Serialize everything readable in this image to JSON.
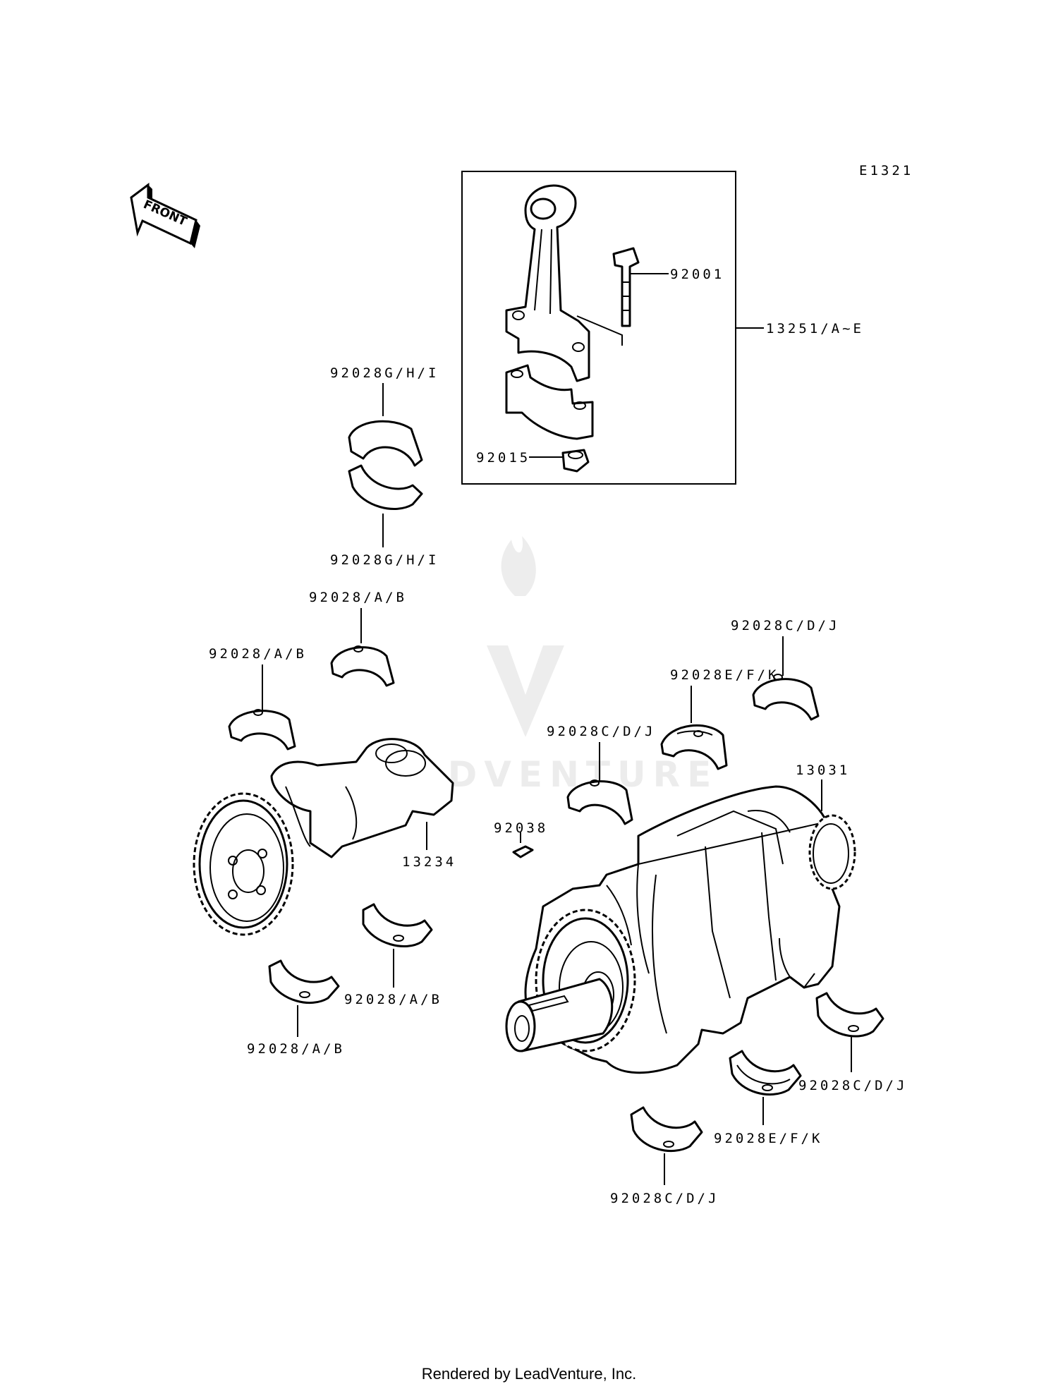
{
  "diagram_code": "E1321",
  "front_label": "FRONT",
  "watermark": "LEADVENTURE",
  "footer": "Rendered by LeadVenture, Inc.",
  "labels": {
    "bolt": "92001",
    "conrod_assy": "13251/A~E",
    "nut": "92015",
    "conrod_bearing_upper": "92028G/H/I",
    "conrod_bearing_lower": "92028G/H/I",
    "balancer_bearing_1": "92028/A/B",
    "balancer_bearing_2": "92028/A/B",
    "balancer_bearing_3": "92028/A/B",
    "balancer_bearing_4": "92028/A/B",
    "balancer_shaft": "13234",
    "key": "92038",
    "crankshaft": "13031",
    "main_bearing_1": "92028C/D/J",
    "main_bearing_2": "92028E/F/K",
    "main_bearing_3": "92028C/D/J",
    "main_bearing_4": "92028C/D/J",
    "main_bearing_5": "92028E/F/K",
    "main_bearing_6": "92028C/D/J"
  }
}
